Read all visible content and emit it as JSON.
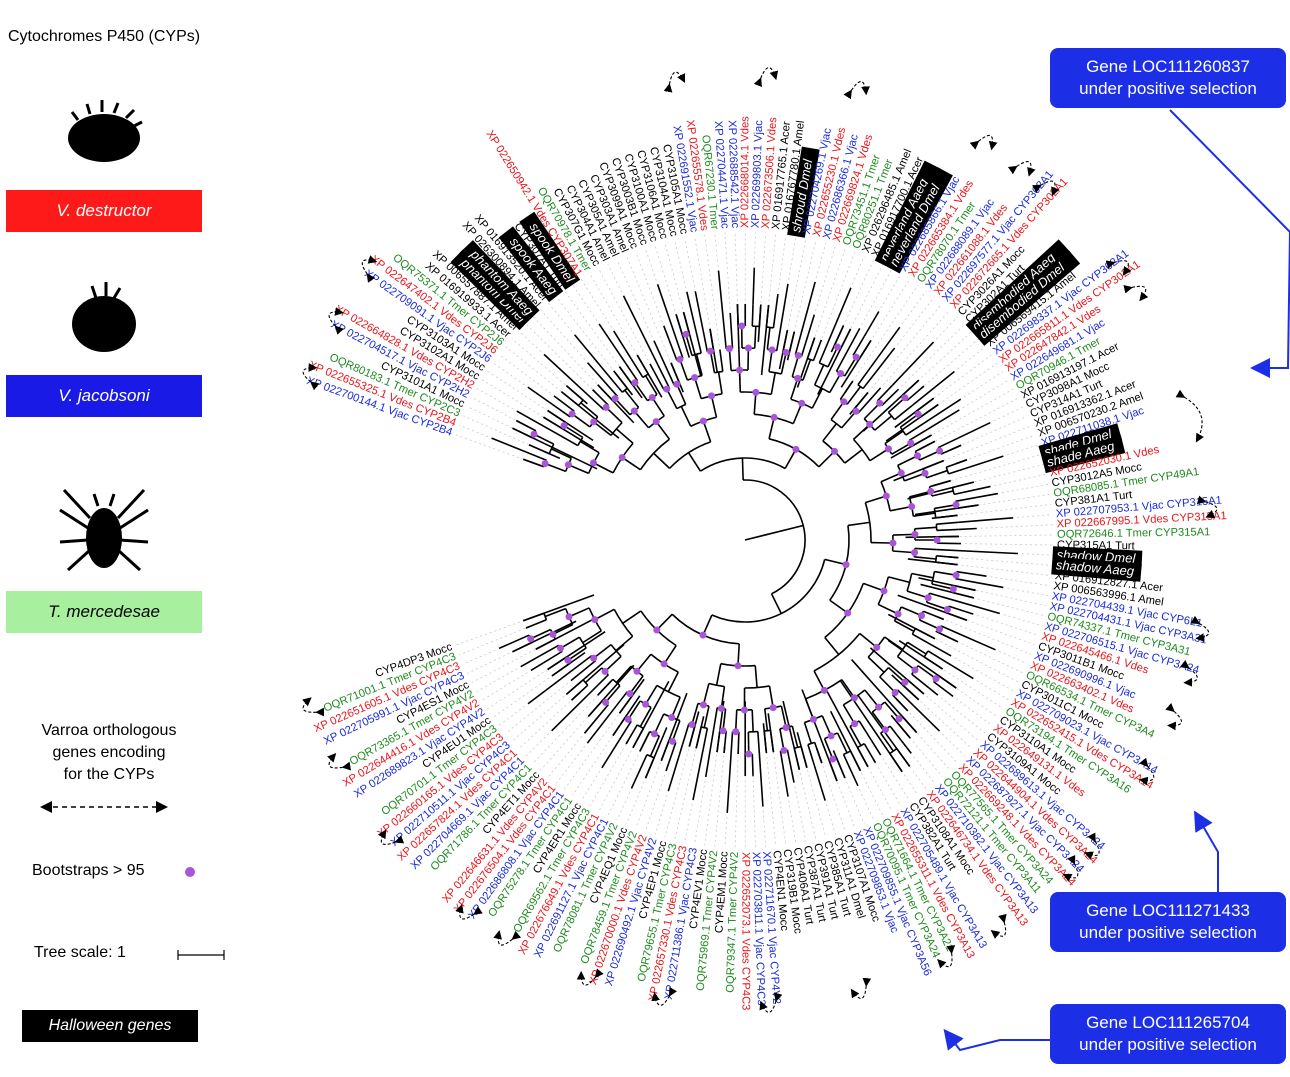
{
  "legend": {
    "title": "Cytochromes P450 (CYPs)",
    "species": [
      {
        "label": "V. destructor",
        "color": "#ff1a1a"
      },
      {
        "label": "V. jacobsoni",
        "color": "#1a1ae6"
      },
      {
        "label": "T. mercedesae",
        "color": "#a8f0a0"
      }
    ],
    "orthologs_label": [
      "Varroa orthologous",
      "genes encoding",
      "for the CYPs"
    ],
    "bootstraps_label": "Bootstraps > 95",
    "bootstrap_color": "#a855d8",
    "tree_scale_label": "Tree scale: 1",
    "halloween_label": "Halloween genes"
  },
  "colors": {
    "vdes": "#e8141a",
    "vjac": "#1a2ad8",
    "tmer": "#1f8a1f",
    "other": "#000000",
    "callout": "#1c2fe6"
  },
  "callouts": [
    {
      "lines": [
        "Gene LOC111260837",
        "under positive selection"
      ]
    },
    {
      "lines": [
        "Gene LOC111271433",
        "under positive selection"
      ]
    },
    {
      "lines": [
        "Gene LOC111265704",
        "under positive selection"
      ]
    }
  ],
  "leaves": [
    {
      "label": "XP 022700144.1 Vjac CYP2B4",
      "sp": "vjac"
    },
    {
      "label": "XP 022655325.1 Vdes CYP2B4",
      "sp": "vdes"
    },
    {
      "label": "OQR80183.1 Tmer CYP2C3",
      "sp": "tmer"
    },
    {
      "label": "CYP3101A1 Mocc",
      "sp": "other"
    },
    {
      "label": "XP 022704517.1 Vjac CYP2H2",
      "sp": "vjac"
    },
    {
      "label": "XP 022664828.1 Vdes CYP2H2",
      "sp": "vdes"
    },
    {
      "label": "CYP3102A1 Mocc",
      "sp": "other"
    },
    {
      "label": "CYP3103A1 Mocc",
      "sp": "other"
    },
    {
      "label": "XP 022709091.1 Vjac CYP2J6",
      "sp": "vjac"
    },
    {
      "label": "XP 022647402.1 Vdes CYP2J6",
      "sp": "vdes"
    },
    {
      "label": "OQR75371.1 Tmer CYP2J6",
      "sp": "tmer"
    },
    {
      "label": "XP 016919933.1 Acer",
      "sp": "other"
    },
    {
      "label": "XP 006557887.1 Amel",
      "sp": "other"
    },
    {
      "label": "phantom Dmel",
      "sp": "halloween"
    },
    {
      "label": "phantom Aaeg",
      "sp": "halloween"
    },
    {
      "label": "XP 026300894.1 Amel",
      "sp": "other"
    },
    {
      "label": "XP 016913520.1 Acer",
      "sp": "other"
    },
    {
      "label": "spook Aaeg",
      "sp": "halloween"
    },
    {
      "label": "CYP307A1 Turt",
      "sp": "other"
    },
    {
      "label": "spook Dmel",
      "sp": "halloween"
    },
    {
      "label": "XP 022650942.1 Vdes CYP307A1",
      "sp": "vdes"
    },
    {
      "label": "OQR70978.1 Tmer",
      "sp": "tmer"
    },
    {
      "label": "CYP307G1 Mocc",
      "sp": "other"
    },
    {
      "label": "CYP304A1 Amel",
      "sp": "other"
    },
    {
      "label": "CYP305A1 Amel",
      "sp": "other"
    },
    {
      "label": "CYP303A1 Amel",
      "sp": "other"
    },
    {
      "label": "CYP3099A1 Mocc",
      "sp": "other"
    },
    {
      "label": "CYP3003B1 Mocc",
      "sp": "other"
    },
    {
      "label": "CYP3100A1 Mocc",
      "sp": "other"
    },
    {
      "label": "CYP3106A1 Mocc",
      "sp": "other"
    },
    {
      "label": "CYP3104A1 Mocc",
      "sp": "other"
    },
    {
      "label": "CYP3105A1 Mocc",
      "sp": "other"
    },
    {
      "label": "XP 022691552.1 Vjac",
      "sp": "vjac"
    },
    {
      "label": "XP 022655578.1 Vdes",
      "sp": "vdes"
    },
    {
      "label": "OQR67230.1 Tmer",
      "sp": "tmer"
    },
    {
      "label": "XP 022704471.1 Vjac",
      "sp": "vjac"
    },
    {
      "label": "XP 022688542.1 Vjac",
      "sp": "vjac"
    },
    {
      "label": "XP 022668014.1 Vdes",
      "sp": "vdes"
    },
    {
      "label": "XP 022699803.1 Vjac",
      "sp": "vjac"
    },
    {
      "label": "XP 022673506.1 Vdes",
      "sp": "vdes"
    },
    {
      "label": "XP 016917765.1 Acer",
      "sp": "other"
    },
    {
      "label": "XP 016767780.1 Amel",
      "sp": "other"
    },
    {
      "label": "shroud Dmel",
      "sp": "halloween"
    },
    {
      "label": "XP 022704269.1 Vjac",
      "sp": "vjac"
    },
    {
      "label": "XP 022655230.1 Vdes",
      "sp": "vdes"
    },
    {
      "label": "XP 022686366.1 Vjac",
      "sp": "vjac"
    },
    {
      "label": "XP 022669824.1 Vdes",
      "sp": "vdes"
    },
    {
      "label": "OQR73451.1 Tmer",
      "sp": "tmer"
    },
    {
      "label": "OQR80251.1 Tmer",
      "sp": "tmer"
    },
    {
      "label": "XP 026296485.1 Amel",
      "sp": "other"
    },
    {
      "label": "XP 016917700.1 Acer",
      "sp": "other"
    },
    {
      "label": "neverland Aaeg",
      "sp": "halloween"
    },
    {
      "label": "neverland Dmel",
      "sp": "halloween"
    },
    {
      "label": "XP 022685866.1 Vjac",
      "sp": "vjac"
    },
    {
      "label": "XP 022665384.1 Vdes",
      "sp": "vdes"
    },
    {
      "label": "OQR78070.1 Tmer",
      "sp": "tmer"
    },
    {
      "label": "XP 022688089.1 Vjac",
      "sp": "vjac"
    },
    {
      "label": "XP 022661088.1 Vdes",
      "sp": "vdes"
    },
    {
      "label": "XP 022697577.1 Vjac CYP302A1",
      "sp": "vjac"
    },
    {
      "label": "XP 022672665.1 Vdes CYP302A1",
      "sp": "vdes"
    },
    {
      "label": "CYP3026A1 Mocc",
      "sp": "other"
    },
    {
      "label": "CYP302A1 Turt",
      "sp": "other"
    },
    {
      "label": "disembodied Aaeg",
      "sp": "halloween"
    },
    {
      "label": "disembodied Dmel",
      "sp": "halloween"
    },
    {
      "label": "XP 006569415.1 Amel",
      "sp": "other"
    },
    {
      "label": "XP 022698337.1 Vjac CYP302A1",
      "sp": "vjac"
    },
    {
      "label": "XP 022665811.1 Vdes CYP302A1",
      "sp": "vdes"
    },
    {
      "label": "XP 022647842.1 Vdes",
      "sp": "vdes"
    },
    {
      "label": "XP 022649681.1 Vjac",
      "sp": "vjac"
    },
    {
      "label": "OQR70946.1 Tmer",
      "sp": "tmer"
    },
    {
      "label": "XP 016913197.1 Acer",
      "sp": "other"
    },
    {
      "label": "CYP3098A1 Mocc",
      "sp": "other"
    },
    {
      "label": "CYP314A1 Turt",
      "sp": "other"
    },
    {
      "label": "XP 016913362.1 Acer",
      "sp": "other"
    },
    {
      "label": "XP 006570230.2 Amel",
      "sp": "other"
    },
    {
      "label": "XP 022711038.1 Vjac",
      "sp": "vjac"
    },
    {
      "label": "shade Dmel",
      "sp": "halloween"
    },
    {
      "label": "shade Aaeg",
      "sp": "halloween"
    },
    {
      "label": "XP 022652030.1 Vdes",
      "sp": "vdes"
    },
    {
      "label": "CYP3012A5 Mocc",
      "sp": "other"
    },
    {
      "label": "OQR68085.1 Tmer CYP49A1",
      "sp": "tmer"
    },
    {
      "label": "CYP381A1 Turt",
      "sp": "other"
    },
    {
      "label": "XP 022707953.1 Vjac CYP315A1",
      "sp": "vjac"
    },
    {
      "label": "XP 022667995.1 Vdes CYP315A1",
      "sp": "vdes"
    },
    {
      "label": "OQR72646.1 Tmer CYP315A1",
      "sp": "tmer"
    },
    {
      "label": "CYP315A1 Turt",
      "sp": "other"
    },
    {
      "label": "shadow Dmel",
      "sp": "halloween"
    },
    {
      "label": "shadow Aaeg",
      "sp": "halloween"
    },
    {
      "label": "XP 016912827.1 Acer",
      "sp": "other"
    },
    {
      "label": "XP 006563996.1 Amel",
      "sp": "other"
    },
    {
      "label": "XP 022704439.1 Vjac CYP6L1",
      "sp": "vjac"
    },
    {
      "label": "XP 022704431.1 Vjac CYP3A31",
      "sp": "vjac"
    },
    {
      "label": "OQR74337.1 Tmer CYP3A31",
      "sp": "tmer"
    },
    {
      "label": "XP 022706515.1 Vjac CYP3A24",
      "sp": "vjac"
    },
    {
      "label": "XP 022645466.1 Vdes",
      "sp": "vdes"
    },
    {
      "label": "CYP3011B1 Mocc",
      "sp": "other"
    },
    {
      "label": "XP 022690996.1 Vjac",
      "sp": "vjac"
    },
    {
      "label": "XP 022663402.1 Vdes",
      "sp": "vdes"
    },
    {
      "label": "OQR66534.1 Tmer CYP3A4",
      "sp": "tmer"
    },
    {
      "label": "CYP3011C1 Mocc",
      "sp": "other"
    },
    {
      "label": "XP 022709023.1 Vjac CYP3A14",
      "sp": "vjac"
    },
    {
      "label": "XP 022652415.1 Vdes CYP3A14",
      "sp": "vdes"
    },
    {
      "label": "OQR73194.1 Tmer CYP3A16",
      "sp": "tmer"
    },
    {
      "label": "CYP3110A1 Mocc",
      "sp": "other"
    },
    {
      "label": "XP 022649131.1 Vdes",
      "sp": "vdes"
    },
    {
      "label": "CYP3109A1 Mocc",
      "sp": "other"
    },
    {
      "label": "XP 022689613.1 Vjac CYP3A24",
      "sp": "vjac"
    },
    {
      "label": "XP 022644904.1 Vdes CYP3A24",
      "sp": "vdes"
    },
    {
      "label": "XP 022687927.1 Vjac CYP3A24",
      "sp": "vjac"
    },
    {
      "label": "XP 022669248.1 Vdes CYP3A24",
      "sp": "vdes"
    },
    {
      "label": "OQR77565.1 Tmer CYP3A24",
      "sp": "tmer"
    },
    {
      "label": "OQR72121.1 Tmer CYP3A11",
      "sp": "tmer"
    },
    {
      "label": "XP 022710382.1 Vjac CYP3A13",
      "sp": "vjac"
    },
    {
      "label": "XP 022646734.1 Vdes CYP3A13",
      "sp": "vdes"
    },
    {
      "label": "CYP3108A1 Mocc",
      "sp": "other"
    },
    {
      "label": "CYP382A1 Turt",
      "sp": "other"
    },
    {
      "label": "XP 022705489.1 Vjac CYP3A13",
      "sp": "vjac"
    },
    {
      "label": "XP 022655311.1 Vdes CYP3A13",
      "sp": "vdes"
    },
    {
      "label": "OQR71664.1 Tmer CYP3A21",
      "sp": "tmer"
    },
    {
      "label": "OQR70095.1 Tmer CYP3A24",
      "sp": "tmer"
    },
    {
      "label": "XP 022709855.1 Vjac CYP3A56",
      "sp": "vjac"
    },
    {
      "label": "XP 022709853.1 Vjac",
      "sp": "vjac"
    },
    {
      "label": "CYP3107A1 Mocc",
      "sp": "other"
    },
    {
      "label": "CYP311A1 Dmel",
      "sp": "other"
    },
    {
      "label": "CYP385A1 Turt",
      "sp": "other"
    },
    {
      "label": "CYP391A1 Turt",
      "sp": "other"
    },
    {
      "label": "CYP387A1 Turt",
      "sp": "other"
    },
    {
      "label": "CYP406A1 Turt",
      "sp": "other"
    },
    {
      "label": "CYP319B1 Mocc",
      "sp": "other"
    },
    {
      "label": "CYP4EN1 Mocc",
      "sp": "other"
    },
    {
      "label": "XP 022711670.1 Vjac CYP4V2",
      "sp": "vjac"
    },
    {
      "label": "XP 022703811.1 Vjac CYP4C3",
      "sp": "vjac"
    },
    {
      "label": "XP 022652073.1 Vdes CYP4C3",
      "sp": "vdes"
    },
    {
      "label": "OQR79347.1 Tmer CYP4V2",
      "sp": "tmer"
    },
    {
      "label": "CYP4EM1 Mocc",
      "sp": "other"
    },
    {
      "label": "OQR75969.1 Tmer CYP4V2",
      "sp": "tmer"
    },
    {
      "label": "CYP4EV1 Mocc",
      "sp": "other"
    },
    {
      "label": "XP 022711386.1 Vjac CYP4C3",
      "sp": "vjac"
    },
    {
      "label": "XP 022657330.1 Vdes CYP4C3",
      "sp": "vdes"
    },
    {
      "label": "OQR79655.1 Tmer CYP4C3",
      "sp": "tmer"
    },
    {
      "label": "CYP4EP1 Mocc",
      "sp": "other"
    },
    {
      "label": "XP 022690492.1 Vjac CYP4V2",
      "sp": "vjac"
    },
    {
      "label": "XP 022670000.1 Vdes CYP4V2",
      "sp": "vdes"
    },
    {
      "label": "OQR78459.1 Tmer CYP4V2",
      "sp": "tmer"
    },
    {
      "label": "CYP4EQ1 Mocc",
      "sp": "other"
    },
    {
      "label": "OQR78081.1 Tmer CYP4V2",
      "sp": "tmer"
    },
    {
      "label": "XP 022691127.1 Vjac CYP4C1",
      "sp": "vjac"
    },
    {
      "label": "XP 022676649.1 Vdes CYP4C1",
      "sp": "vdes"
    },
    {
      "label": "OQR69562.1 Tmer CYP4C3",
      "sp": "tmer"
    },
    {
      "label": "CYP4ER1 Mocc",
      "sp": "other"
    },
    {
      "label": "OQR75278.1 Tmer CYP4C1",
      "sp": "tmer"
    },
    {
      "label": "XP 022686808.1 Vjac CYP4C1",
      "sp": "vjac"
    },
    {
      "label": "XP 022676504.1 Vdes CYP4C1",
      "sp": "vdes"
    },
    {
      "label": "XP 022646631.1 Vdes CYP4V2",
      "sp": "vdes"
    },
    {
      "label": "CYP4ET1 Mocc",
      "sp": "other"
    },
    {
      "label": "OQR71786.1 Tmer CYP4C1",
      "sp": "tmer"
    },
    {
      "label": "XP 022704669.1 Vjac CYP4C1",
      "sp": "vjac"
    },
    {
      "label": "XP 022657824.1 Vdes CYP4C1",
      "sp": "vdes"
    },
    {
      "label": "XP 022710511.1 Vjac CYP4C3",
      "sp": "vjac"
    },
    {
      "label": "XP 022660165.1 Vdes CYP4C3",
      "sp": "vdes"
    },
    {
      "label": "OQR70701.1 Tmer CYP4C3",
      "sp": "tmer"
    },
    {
      "label": "CYP4EU1 Mocc",
      "sp": "other"
    },
    {
      "label": "XP 022689823.1 Vjac CYP4V2",
      "sp": "vjac"
    },
    {
      "label": "XP 022644416.1 Vdes CYP4V2",
      "sp": "vdes"
    },
    {
      "label": "OQR73365.1 Tmer CYP4V2",
      "sp": "tmer"
    },
    {
      "label": "CYP4ES1 Mocc",
      "sp": "other"
    },
    {
      "label": "XP 022705991.1 Vjac CYP4C3",
      "sp": "vjac"
    },
    {
      "label": "XP 022651605.1 Vdes CYP4C3",
      "sp": "vdes"
    },
    {
      "label": "OQR71001.1 Tmer CYP4C3",
      "sp": "tmer"
    },
    {
      "label": "CYP4DP3 Mocc",
      "sp": "other"
    }
  ]
}
